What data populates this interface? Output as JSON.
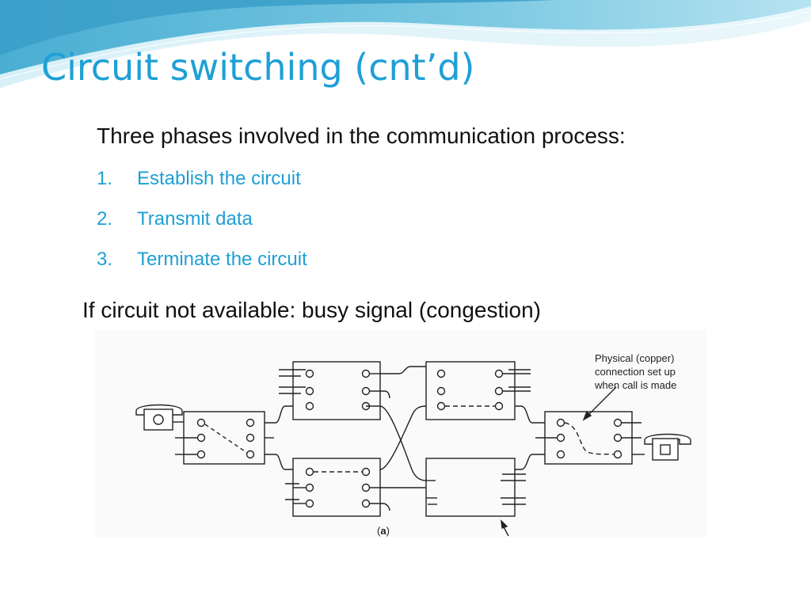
{
  "slide": {
    "title": "Circuit switching (cnt’d)",
    "intro": "Three phases involved in the communication process:",
    "phases": [
      {
        "num": "1.",
        "text": "Establish the circuit"
      },
      {
        "num": "2.",
        "text": "Transmit data"
      },
      {
        "num": "3.",
        "text": "Terminate the circuit"
      }
    ],
    "busy_note": "If circuit not available: busy signal (congestion)"
  },
  "figure": {
    "callout": [
      "Physical (copper)",
      "connection set up",
      "when call is made"
    ],
    "caption_open": "(",
    "caption_letter": "a",
    "caption_close": ")"
  },
  "colors": {
    "title": "#1ea0d6",
    "list": "#1e9fd4",
    "body_text": "#111111",
    "wave_dark": "#3fa8cf",
    "wave_light": "#bfe6f2"
  },
  "icons": [
    "telephone-icon",
    "telephone-icon"
  ]
}
